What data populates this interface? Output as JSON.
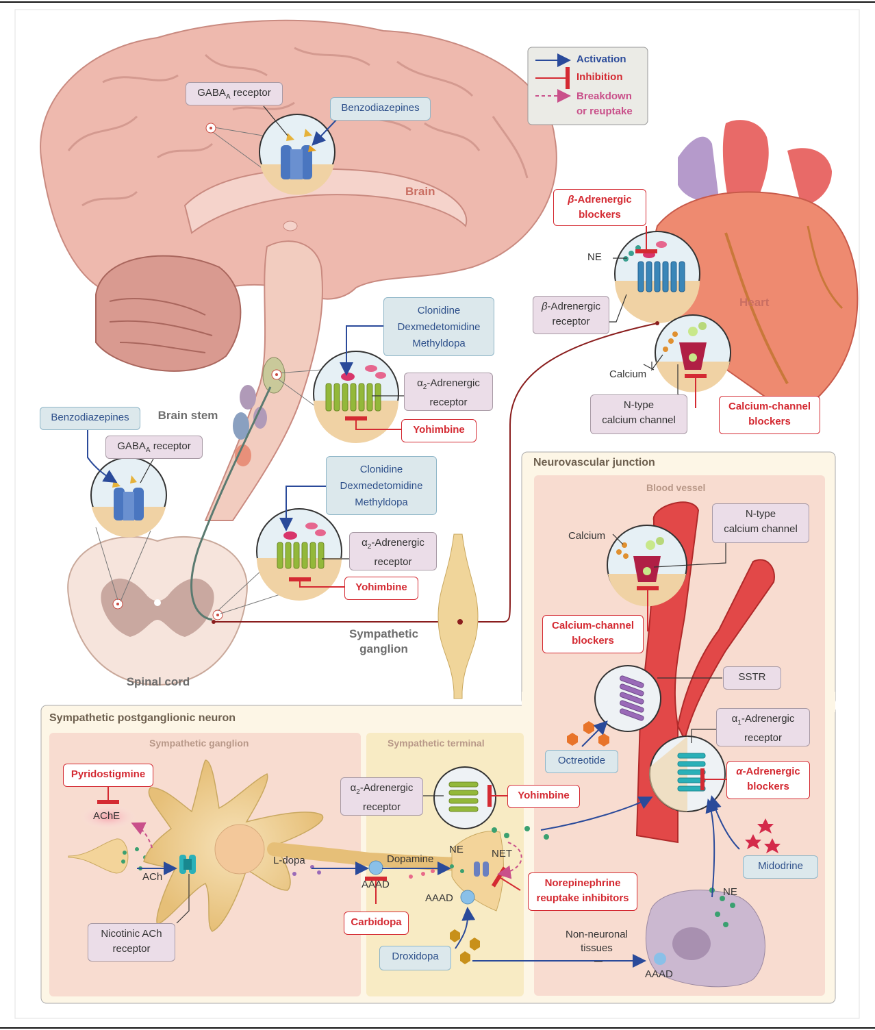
{
  "legend": {
    "activation": "Activation",
    "inhibition": "Inhibition",
    "breakdown": "Breakdown\nor reuptake"
  },
  "regions": {
    "brain": "Brain",
    "brain_stem": "Brain stem",
    "heart": "Heart",
    "spinal_cord": "Spinal cord",
    "sympathetic_ganglion": "Sympathetic\nganglion"
  },
  "brain": {
    "gaba_receptor": "GABA",
    "gaba_sub": "A",
    "gaba_suffix": " receptor",
    "benzodiazepines": "Benzodiazepines",
    "alpha2_drugs": "Clonidine\nDexmedetomidine\nMethyldopa",
    "alpha2_receptor_prefix": "α",
    "alpha2_receptor_sub": "2",
    "alpha2_receptor_suffix": "-Adrenergic\nreceptor",
    "yohimbine": "Yohimbine"
  },
  "spinal": {
    "benzodiazepines": "Benzodiazepines",
    "gaba_receptor": "GABA",
    "gaba_sub": "A",
    "gaba_suffix": " receptor",
    "alpha2_drugs": "Clonidine\nDexmedetomidine\nMethyldopa",
    "alpha2_receptor_prefix": "α",
    "alpha2_receptor_sub": "2",
    "alpha2_receptor_suffix": "-Adrenergic\nreceptor",
    "yohimbine": "Yohimbine"
  },
  "heart": {
    "beta_blockers_prefix": "β",
    "beta_blockers_suffix": "-Adrenergic\nblockers",
    "ne": "NE",
    "beta_receptor_prefix": "β",
    "beta_receptor_suffix": "-Adrenergic\nreceptor",
    "calcium": "Calcium",
    "ntype_channel": "N-type\ncalcium channel",
    "cc_blockers": "Calcium-channel\nblockers"
  },
  "neurovascular": {
    "title": "Neurovascular junction",
    "blood_vessel": "Blood vessel",
    "calcium": "Calcium",
    "ntype_channel": "N-type\ncalcium channel",
    "cc_blockers": "Calcium-channel\nblockers",
    "sstr": "SSTR",
    "octreotide": "Octreotide",
    "alpha1_receptor_prefix": "α",
    "alpha1_receptor_sub": "1",
    "alpha1_receptor_suffix": "-Adrenergic\nreceptor",
    "alpha_blockers_prefix": "α",
    "alpha_blockers_suffix": "-Adrenergic\nblockers",
    "midodrine": "Midodrine",
    "ne": "NE",
    "non_neuronal": "Non-neuronal\ntissues",
    "aaad": "AAAD"
  },
  "postganglionic": {
    "title": "Sympathetic postganglionic neuron",
    "ganglion": "Sympathetic ganglion",
    "terminal": "Sympathetic terminal",
    "pyridostigmine": "Pyridostigmine",
    "ache": "AChE",
    "ach": "ACh",
    "nicotinic_receptor": "Nicotinic ACh\nreceptor",
    "ldopa": "L-dopa",
    "dopamine": "Dopamine",
    "aaad": "AAAD",
    "carbidopa": "Carbidopa",
    "droxidopa": "Droxidopa",
    "ne": "NE",
    "net": "NET",
    "aaad2": "AAAD",
    "nri": "Norepinephrine\nreuptake inhibitors",
    "alpha2_receptor_prefix": "α",
    "alpha2_receptor_sub": "2",
    "alpha2_receptor_suffix": "-Adrenergic\nreceptor",
    "yohimbine": "Yohimbine"
  },
  "colors": {
    "activation": "#2a4a9a",
    "inhibition": "#d42a32",
    "breakdown": "#c9508a",
    "brain_fill": "#e9b2a8",
    "heart_fill": "#e8706a",
    "vessel_fill": "#e04a4a",
    "neuron_fill": "#f3d49a"
  }
}
